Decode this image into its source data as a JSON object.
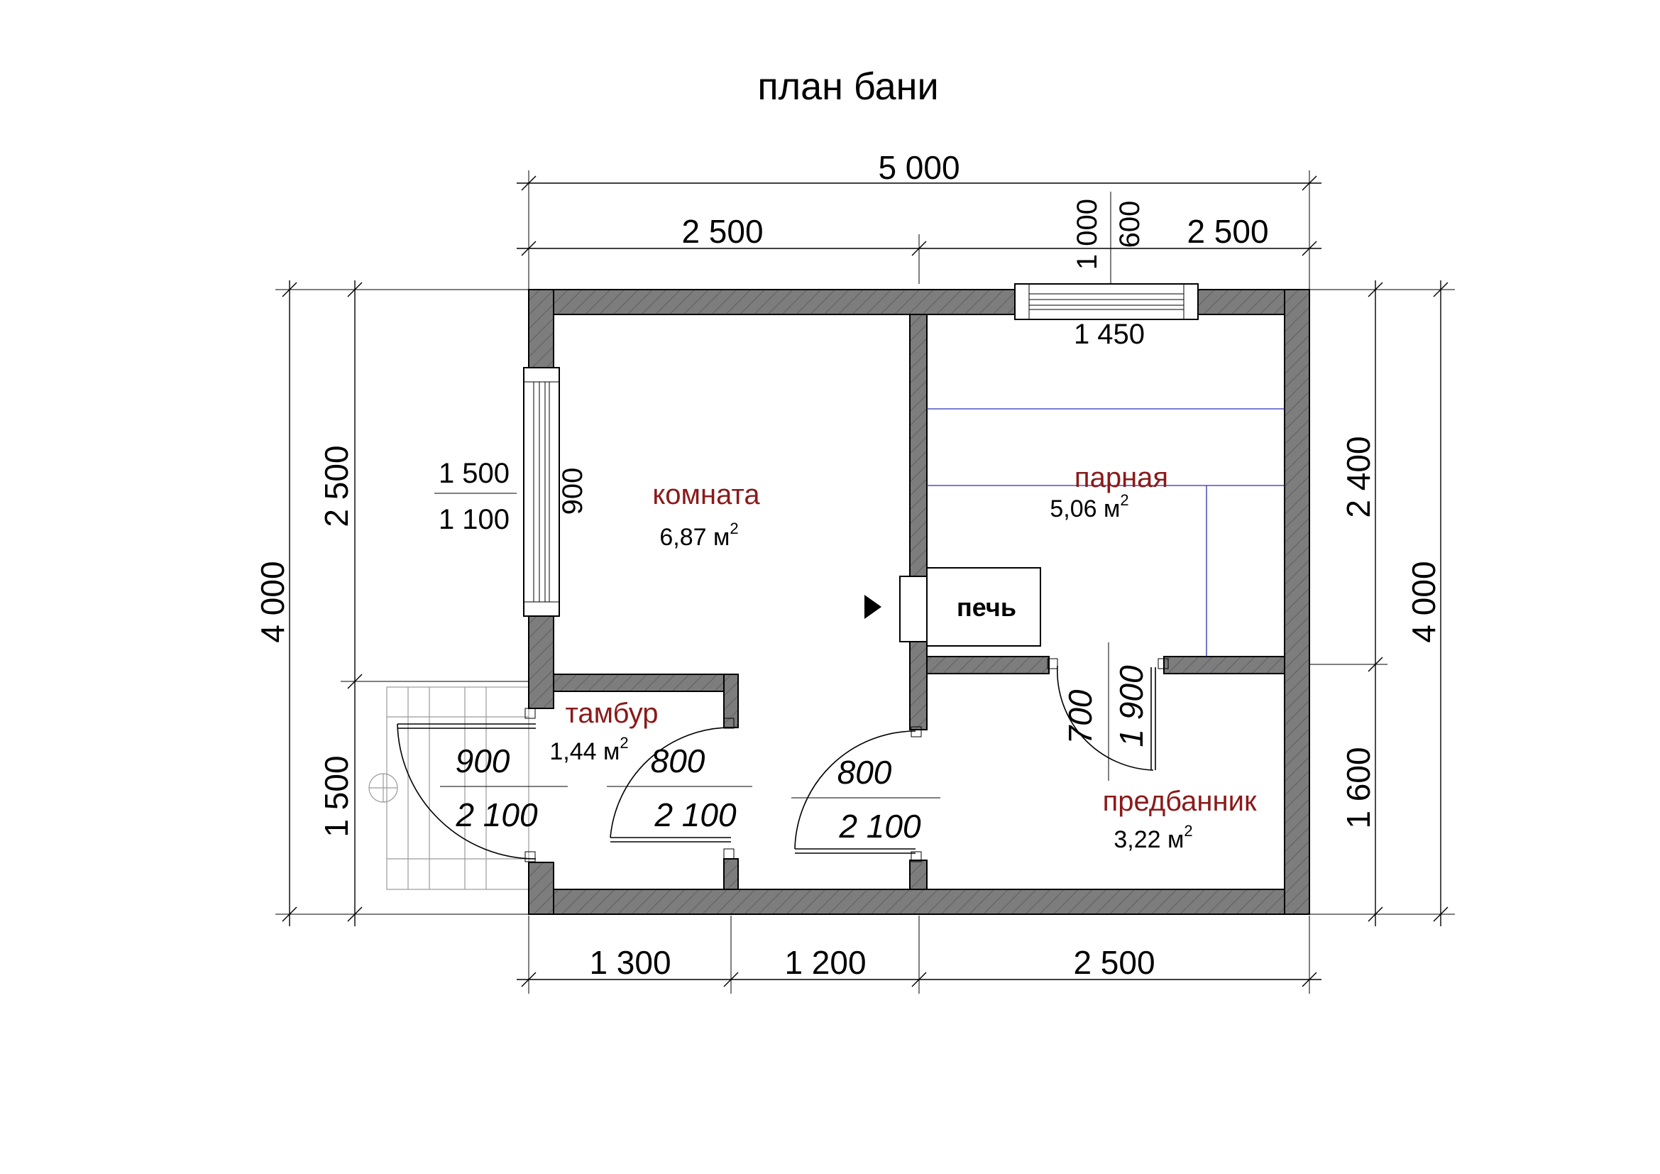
{
  "title": "план бани",
  "dimensions": {
    "top_total": "5 000",
    "top_left": "2 500",
    "top_right": "2 500",
    "window_top_a": "1 000",
    "window_top_b": "600",
    "window_top_width": "1 450",
    "left_total": "4 000",
    "left_upper": "2 500",
    "left_lower": "1 500",
    "window_left_width": "1 500",
    "window_left_height": "1 100",
    "window_left_sill": "900",
    "right_total": "4 000",
    "right_upper": "2 400",
    "right_lower": "1 600",
    "bottom_1": "1 300",
    "bottom_2": "1 200",
    "bottom_3": "2 500"
  },
  "rooms": {
    "komnata": {
      "name": "комната",
      "area": "6,87 м",
      "unit_sup": "2"
    },
    "parnaya": {
      "name": "парная",
      "area": "5,06 м",
      "unit_sup": "2"
    },
    "tambur": {
      "name": "тамбур",
      "area": "1,44 м",
      "unit_sup": "2"
    },
    "predbannik": {
      "name": "предбанник",
      "area": "3,22 м",
      "unit_sup": "2"
    }
  },
  "stove": {
    "label": "печь"
  },
  "doors": {
    "entrance": {
      "width": "900",
      "height": "2 100"
    },
    "tambur_inner": {
      "width": "800",
      "height": "2 100"
    },
    "komnata": {
      "width": "800",
      "height": "2 100"
    },
    "parnaya": {
      "width": "700",
      "height": "1 900"
    }
  },
  "colors": {
    "wall": "#7d7d7d",
    "room_label": "#8b1a1a",
    "bench_lines": "#2d2db8"
  }
}
